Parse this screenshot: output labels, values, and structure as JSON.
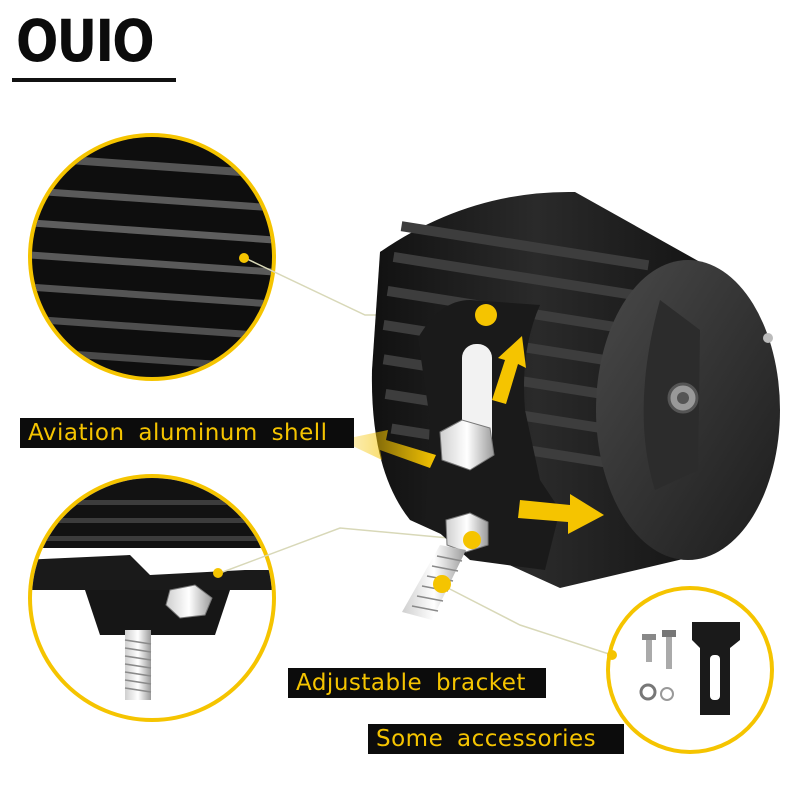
{
  "brand": {
    "name": "OUIO"
  },
  "labels": {
    "shell": "Aviation aluminum shell",
    "bracket": "Adjustable bracket",
    "accessories": "Some accessories"
  },
  "colors": {
    "accent": "#f5c400",
    "label_bg": "#0c0c0c",
    "housing": "#1e1e1e",
    "callout_line": "#d8d8b8"
  },
  "icons": [
    "arrow-up-icon",
    "arrow-left-icon",
    "arrow-right-icon",
    "bolt-icon",
    "nut-icon",
    "washer-icon"
  ]
}
